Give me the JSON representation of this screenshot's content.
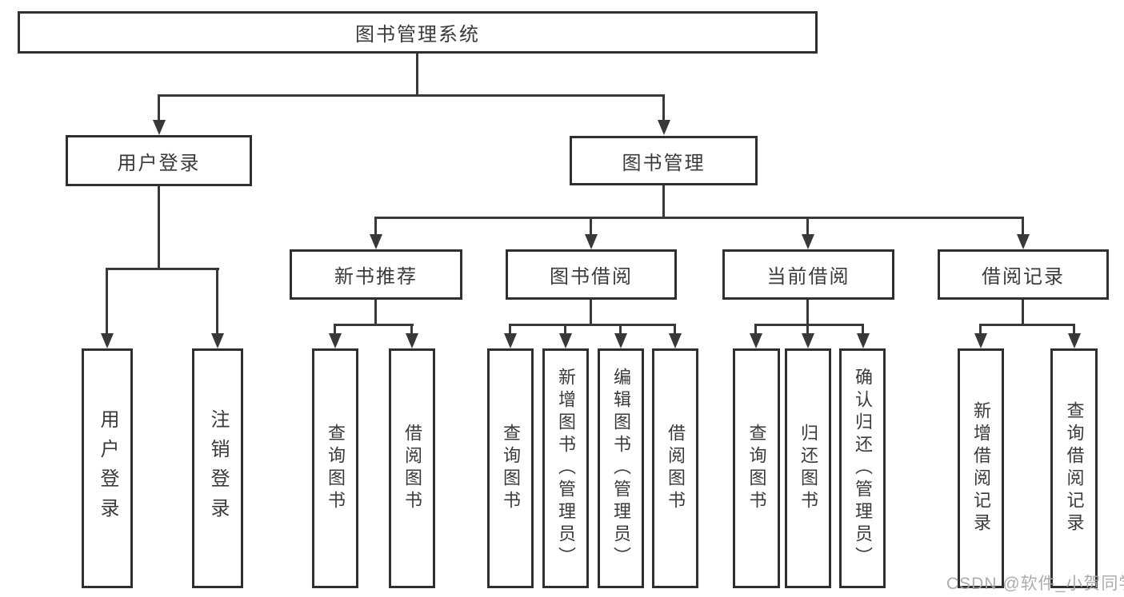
{
  "nodes": {
    "root": "图书管理系统",
    "user_login": "用户登录",
    "book_mgmt": "图书管理",
    "new_books": "新书推荐",
    "book_borrow": "图书借阅",
    "current_borrow": "当前借阅",
    "borrow_records": "借阅记录",
    "ul_user_login": "用户登录",
    "ul_logout": "注销登录",
    "nb_query_books": "查询图书",
    "nb_borrow_books": "借阅图书",
    "bb_query_books": "查询图书",
    "bb_add_books_admin": "新增图书（管理员）",
    "bb_edit_books_admin": "编辑图书（管理员）",
    "bb_borrow_books": "借阅图书",
    "cb_query_books": "查询图书",
    "cb_return_books": "归还图书",
    "cb_confirm_return_admin": "确认归还（管理员）",
    "br_add_record": "新增借阅记录",
    "br_query_record": "查询借阅记录"
  },
  "watermark": "CSDN @软件_小贺同学",
  "colors": {
    "line": "#383838",
    "box_border": "#2f2f2f",
    "text": "#3a3a3a",
    "watermark": "#a8a8a8",
    "background": "#ffffff"
  }
}
